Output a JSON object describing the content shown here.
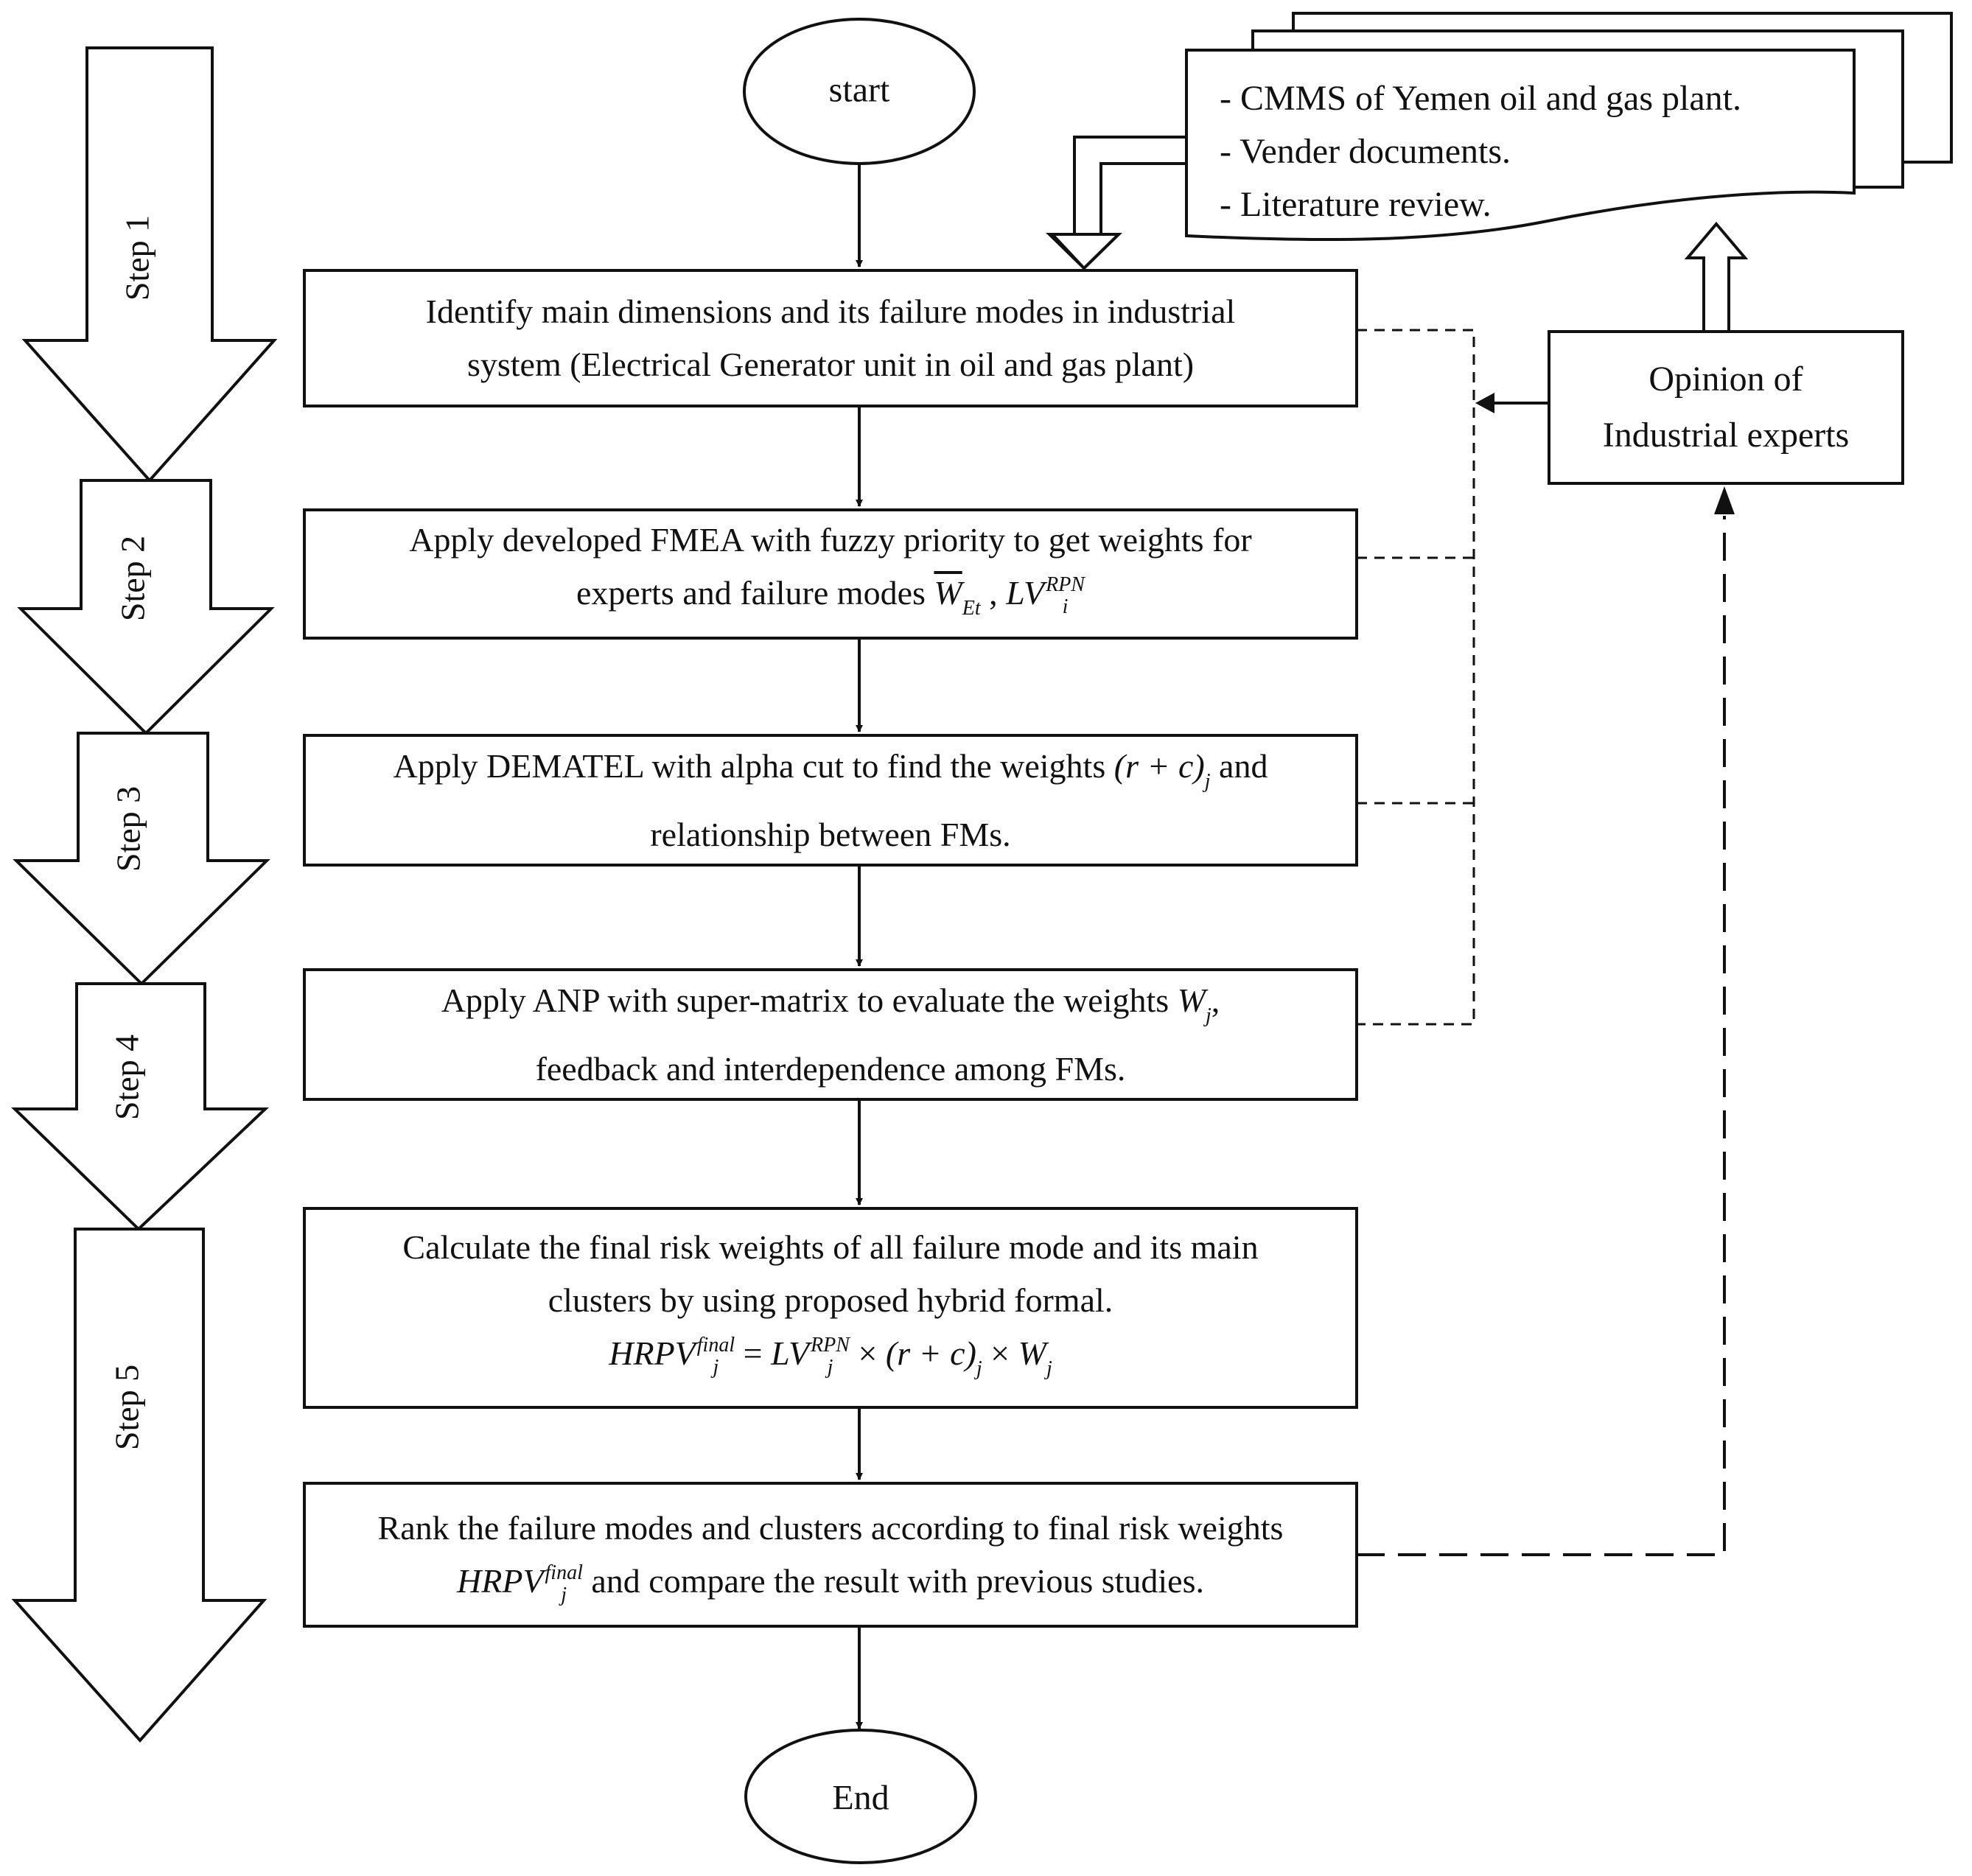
{
  "start": "start",
  "end": "End",
  "sources": [
    "- CMMS of Yemen oil and gas plant.",
    "- Vender documents.",
    "- Literature review."
  ],
  "experts": [
    "Opinion of",
    "Industrial experts"
  ],
  "steps": [
    "Step 1",
    "Step 2",
    "Step 3",
    "Step 4",
    "Step 5"
  ],
  "boxes": {
    "identify": [
      "Identify main dimensions and its failure modes in industrial",
      "system (Electrical Generator unit in oil and gas plant)"
    ],
    "fmea": {
      "line1": "Apply developed FMEA with fuzzy priority to get weights for",
      "line2": "experts and failure modes",
      "w": "W",
      "w_sub": "Et",
      "sep": " ,",
      "lv": "LV",
      "lv_sup": "RPN",
      "lv_sub": "i"
    },
    "dematel": {
      "line1": "Apply DEMATEL with alpha cut to find the weights",
      "rc": "(r + c)",
      "rc_sub": "j",
      "line1_end": "and",
      "line2": "relationship between FMs."
    },
    "anp": {
      "line1": "Apply ANP with super-matrix to evaluate the weights",
      "w": "W",
      "w_sub": "j",
      "comma": ",",
      "line2": "feedback and interdependence among FMs."
    },
    "calculate": {
      "line1": "Calculate the final risk weights of all failure mode and its main",
      "line2": "clusters by using proposed hybrid formal.",
      "hrpv": "HRPV",
      "final": "final",
      "j": "j",
      "eq": " = ",
      "lv": "LV",
      "rpn": "RPN",
      "times": " × ",
      "rc": "(r + c)",
      "w": "W"
    },
    "rank": {
      "line1": "Rank the failure modes and clusters according to final risk weights",
      "hrpv": "HRPV",
      "final": "final",
      "j": "j",
      "line2": "and compare the result with previous studies."
    }
  }
}
